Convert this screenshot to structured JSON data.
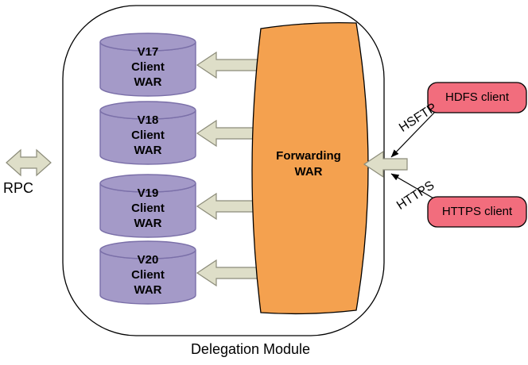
{
  "diagram": {
    "title": "Delegation Module",
    "rpc": {
      "label": "RPC"
    },
    "forwarding_war": {
      "line1": "Forwarding",
      "line2": "WAR"
    },
    "client_wars": [
      {
        "line1": "V17",
        "line2": "Client",
        "line3": "WAR"
      },
      {
        "line1": "V18",
        "line2": "Client",
        "line3": "WAR"
      },
      {
        "line1": "V19",
        "line2": "Client",
        "line3": "WAR"
      },
      {
        "line1": "V20",
        "line2": "Client",
        "line3": "WAR"
      }
    ],
    "external_clients": [
      {
        "label": "HDFS client"
      },
      {
        "label": "HTTPS client"
      }
    ],
    "protocol_labels": [
      {
        "label": "HSFTP"
      },
      {
        "label": "HTTPS"
      }
    ],
    "colors": {
      "background": "#FFFFFF",
      "cylinder_fill": "#A49AC8",
      "forwarding_fill": "#F4A14F",
      "block_arrow_fill": "#DEDEC8",
      "client_fill": "#F26D7D",
      "outline": "#000000"
    }
  }
}
